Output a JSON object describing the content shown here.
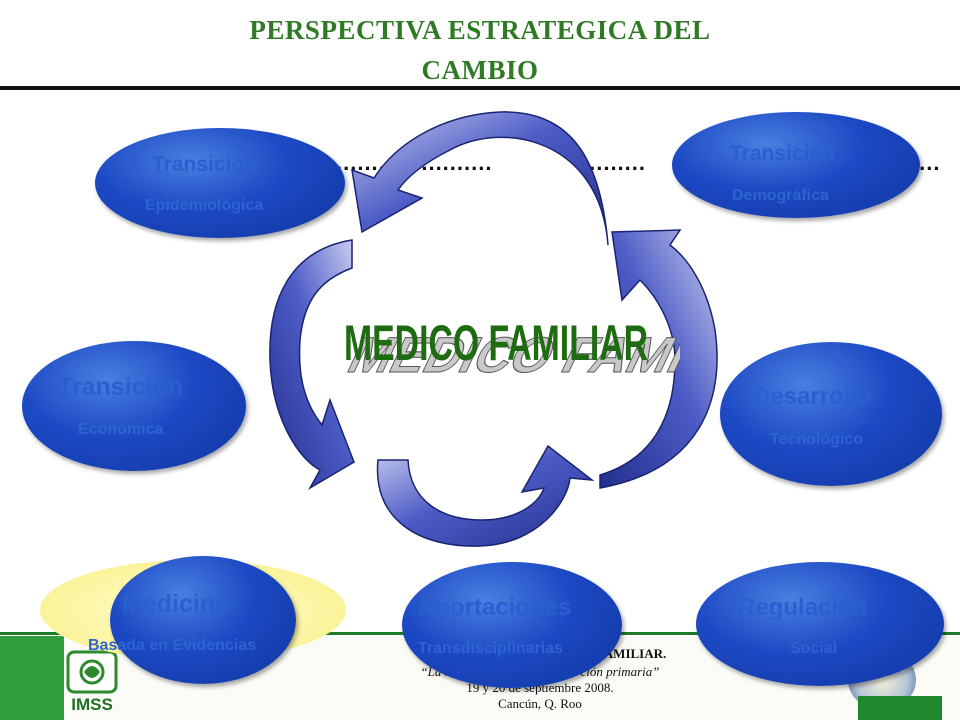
{
  "title": {
    "line1": "PERSPECTIVA ESTRATEGICA DEL",
    "line2": "CAMBIO"
  },
  "center": {
    "label": "MEDICO FAMILIAR"
  },
  "nodes": {
    "epidemiologica": {
      "title": "Transición",
      "subtitle": "Epidemiológica"
    },
    "demografica": {
      "title": "Transición",
      "subtitle": "Demográfica"
    },
    "economica": {
      "title": "Transición",
      "subtitle": "Económica"
    },
    "tecnologico": {
      "title": "Desarrollo",
      "subtitle": "Tecnológico"
    },
    "medicina": {
      "title": "Medicina",
      "subtitle": "Basada en Evidencias"
    },
    "aportaciones": {
      "title": "Aportaciones",
      "subtitle": "Transdisciplinarias"
    },
    "regulacion": {
      "title": "Regulación",
      "subtitle": "Social"
    }
  },
  "footer": {
    "line1": "“PRIME                                         FAMILIAR.",
    "line2": "“La medi                                  ción primaria”",
    "line3": "19 y 20 de septiembre 2008.",
    "line4": "Cancún, Q. Roo",
    "logo_text": "IMSS"
  },
  "colors": {
    "title_green": "#2f7a25",
    "node_blue": "#1c49c4",
    "arrow_blue": "#3a48b8",
    "footer_green": "#2f9e3a"
  }
}
